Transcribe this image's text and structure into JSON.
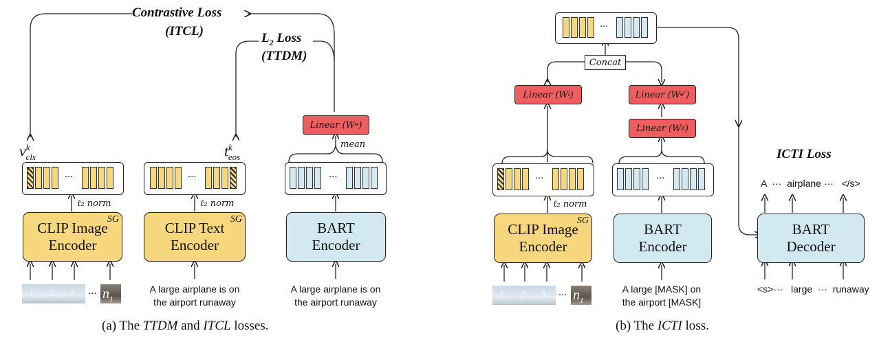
{
  "panel_a": {
    "contrastive_loss": "Contrastive Loss",
    "itcl": "(ITCL)",
    "l2_loss_l": "L",
    "l2_loss_sub": "2",
    "l2_loss_rest": " Loss",
    "ttdm": "(TTDM)",
    "v_main": "v",
    "v_sup": "k",
    "v_sub": "cls",
    "t_main": "t",
    "t_sup": "k",
    "t_sub": "eos",
    "l2norm_1": "ℓ₂ norm",
    "l2norm_2": "ℓ₂ norm",
    "linear_we": "Linear (W",
    "linear_we_sub": "e",
    "mean": "mean",
    "clip_image_line1": "CLIP Image",
    "clip_image_line2": "Encoder",
    "clip_text_line1": "CLIP Text",
    "clip_text_line2": "Encoder",
    "sg": "SG",
    "bart_line1": "BART",
    "bart_line2": "Encoder",
    "patch_labels": [
      "1",
      "2",
      "3"
    ],
    "patch_last": "n",
    "patch_last_sub": "1",
    "text_input_1_line1": "A large airplane is on",
    "text_input_1_line2": "the airport runaway",
    "text_input_2_line1": "A large airplane is on",
    "text_input_2_line2": "the airport runaway",
    "caption_pre": "(a) The ",
    "caption_ttdm": "TTDM",
    "caption_and": " and ",
    "caption_itcl": "ITCL",
    "caption_post": " losses."
  },
  "panel_b": {
    "concat": "Concat",
    "linear_wi": "Linear (W",
    "linear_wi_sub": "i",
    "linear_we_prime": "Linear (W",
    "linear_we_prime_sub": "e",
    "linear_we": "Linear (W",
    "linear_we_sub": "e",
    "l2norm": "ℓ₂ norm",
    "clip_image_line1": "CLIP Image",
    "clip_image_line2": "Encoder",
    "sg": "SG",
    "bart_enc_line1": "BART",
    "bart_enc_line2": "Encoder",
    "bart_dec_line1": "BART",
    "bart_dec_line2": "Decoder",
    "icti_loss": "ICTI Loss",
    "decoder_outputs": "A  ···  airplane ···   </s>",
    "decoder_inputs": "<s>···   large  ···  runaway",
    "patch_labels": [
      "1",
      "2",
      "3"
    ],
    "patch_last": "n",
    "patch_last_sub": "1",
    "mask_input_line1": "A large [MASK] on",
    "mask_input_line2": "the airport [MASK]",
    "caption_pre": "(b) The ",
    "caption_icti": "ICTI",
    "caption_post": " loss."
  },
  "colors": {
    "yellow": "#f6d77e",
    "blue": "#d3e9f1",
    "red": "#ee5e5e"
  }
}
